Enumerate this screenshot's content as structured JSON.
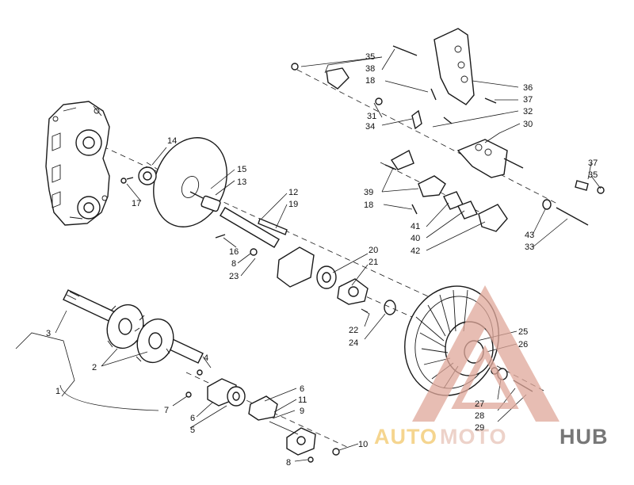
{
  "callouts": [
    "1",
    "2",
    "3",
    "4",
    "5",
    "6",
    "7",
    "8",
    "9",
    "10",
    "11",
    "12",
    "13",
    "14",
    "15",
    "16",
    "17",
    "18",
    "19",
    "20",
    "21",
    "22",
    "23",
    "24",
    "25",
    "26",
    "27",
    "28",
    "29",
    "30",
    "31",
    "32",
    "33",
    "34",
    "35",
    "36",
    "37",
    "38",
    "39",
    "40",
    "41",
    "42",
    "43"
  ],
  "watermark": {
    "part1": "AUTO",
    "part2": "MOTO",
    "part3": "HUB",
    "colors": {
      "auto": "#f2c76a",
      "moto": "#e7c3b8",
      "hub": "#4a4a4a",
      "triangle": "#e0a89a"
    }
  }
}
